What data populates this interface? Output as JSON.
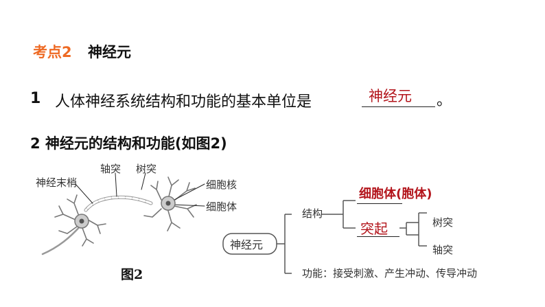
{
  "heading": {
    "label": "考点2",
    "title": "神经元"
  },
  "q1": {
    "number": "1",
    "text": "人体神经系统结构和功能的基本单位是",
    "answer": "神经元",
    "end": "。"
  },
  "section2": {
    "title": "2 神经元的结构和功能(如图2)"
  },
  "figure": {
    "labels": {
      "axon_terminal": "神经末梢",
      "axon": "轴突",
      "dendrite": "树突",
      "nucleus": "细胞核",
      "cell_body": "细胞体"
    },
    "caption": "图2"
  },
  "concept_map": {
    "root": "神经元",
    "structure_label": "结构",
    "answer_cell_body": "细胞体(胞体)",
    "answer_process": "突起",
    "branch_dendrite": "树突",
    "branch_axon": "轴突",
    "function_text": "功能：接受刺激、产生冲动、传导冲动"
  },
  "colors": {
    "accent": "#ee6a24",
    "answer": "#b3141b"
  }
}
